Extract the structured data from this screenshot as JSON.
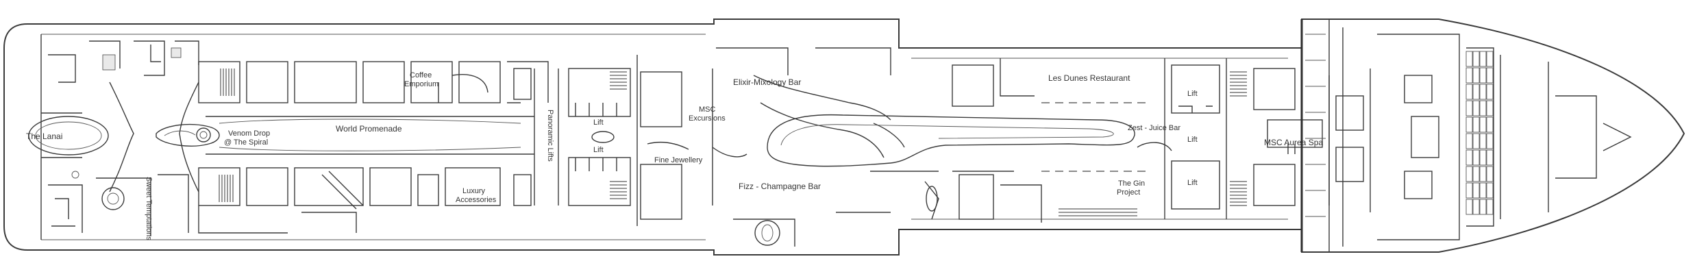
{
  "deck_plan": {
    "labels": {
      "the_lanai": "The Lanai",
      "venom_drop_1": "Venom Drop",
      "venom_drop_2": "@ The Spiral",
      "sweet_temptations": "Sweet Temptations",
      "world_promenade": "World Promenade",
      "coffee_emporium_1": "Coffee",
      "coffee_emporium_2": "Emporium",
      "luxury_accessories_1": "Luxury",
      "luxury_accessories_2": "Accessories",
      "panoramic_lifts": "Panoramic Lifts",
      "lift_aft_upper": "Lift",
      "lift_aft_lower": "Lift",
      "msc_excursions_1": "MSC",
      "msc_excursions_2": "Excursions",
      "fine_jewellery": "Fine Jewellery",
      "elixir_mixology_bar": "Elixir-Mixology Bar",
      "fizz_champagne_bar": "Fizz - Champagne Bar",
      "les_dunes_restaurant": "Les Dunes Restaurant",
      "the_gin_project_1": "The Gin",
      "the_gin_project_2": "Project",
      "zest_juice_bar": "Zest - Juice Bar",
      "lift_fwd_upper": "Lift",
      "lift_fwd_lower": "Lift",
      "msc_aurea_spa": "MSC Aurea Spa",
      "lift_mid": "Lift"
    }
  }
}
